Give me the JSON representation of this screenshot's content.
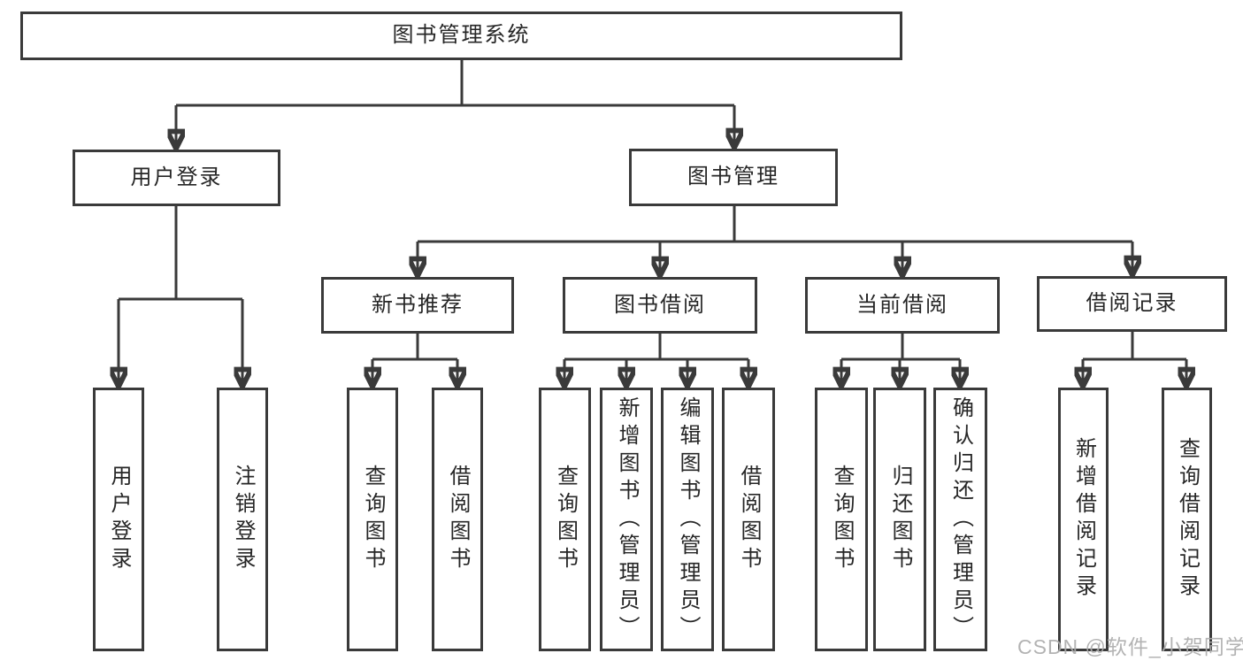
{
  "diagram": {
    "root": {
      "label": "图书管理系统"
    },
    "branches": [
      {
        "label": "用户登录",
        "children": [
          {
            "label": "用户登录"
          },
          {
            "label": "注销登录"
          }
        ]
      },
      {
        "label": "图书管理",
        "children": [
          {
            "label": "新书推荐",
            "children": [
              {
                "label": "查询图书"
              },
              {
                "label": "借阅图书"
              }
            ]
          },
          {
            "label": "图书借阅",
            "children": [
              {
                "label": "查询图书"
              },
              {
                "label": "新增图书（管理员）"
              },
              {
                "label": "编辑图书（管理员）"
              },
              {
                "label": "借阅图书"
              }
            ]
          },
          {
            "label": "当前借阅",
            "children": [
              {
                "label": "查询图书"
              },
              {
                "label": "归还图书"
              },
              {
                "label": "确认归还（管理员）"
              }
            ]
          },
          {
            "label": "借阅记录",
            "children": [
              {
                "label": "新增借阅记录"
              },
              {
                "label": "查询借阅记录"
              }
            ]
          }
        ]
      }
    ]
  },
  "watermark": {
    "text": "CSDN @软件_小贺同学"
  },
  "colors": {
    "line": "#3a3a3a",
    "text": "#262626",
    "watermark": "#acacac",
    "background": "#ffffff"
  }
}
